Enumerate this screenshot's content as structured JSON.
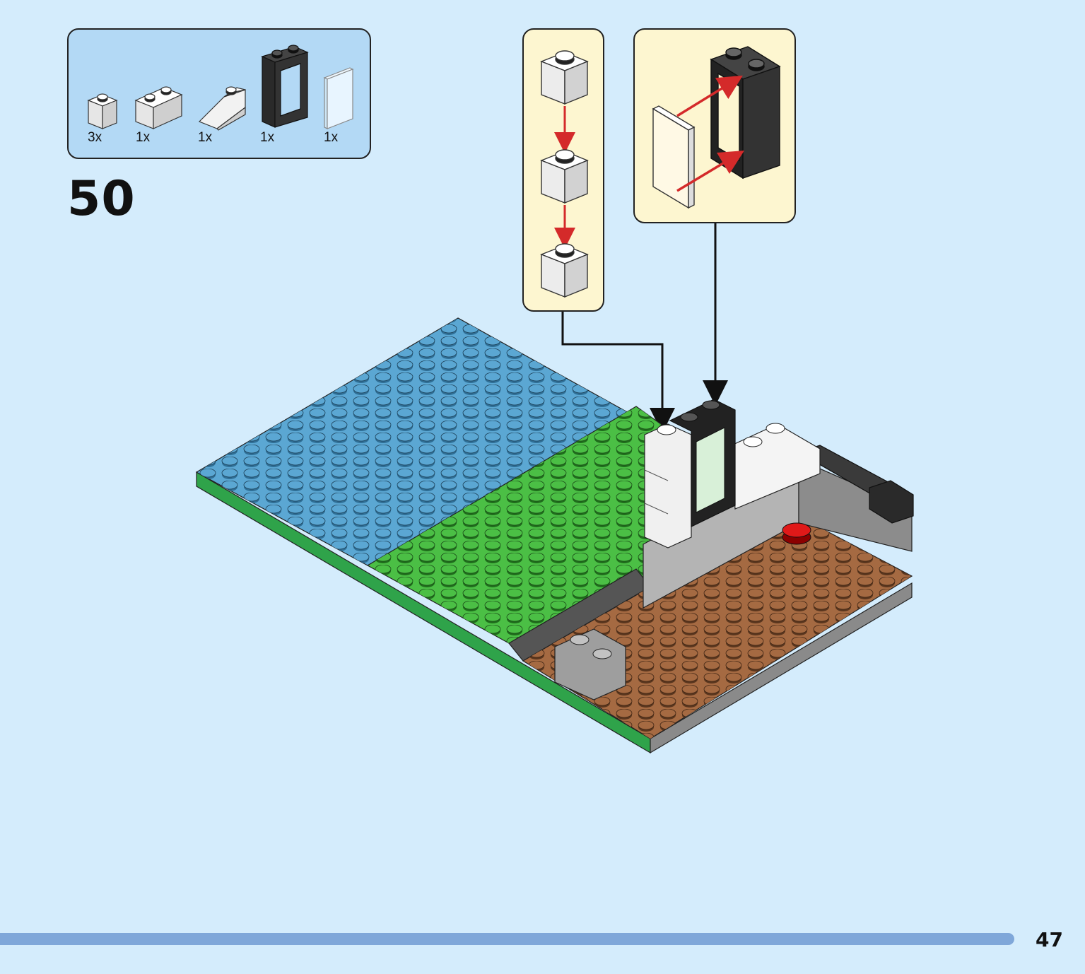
{
  "step": {
    "number": "50"
  },
  "parts": [
    {
      "qty": "3x",
      "icon": "brick-1x1-white-icon"
    },
    {
      "qty": "1x",
      "icon": "brick-1x2-white-icon"
    },
    {
      "qty": "1x",
      "icon": "slope-1x2-white-icon"
    },
    {
      "qty": "1x",
      "icon": "window-frame-black-icon"
    },
    {
      "qty": "1x",
      "icon": "glass-pane-icon"
    }
  ],
  "page": {
    "number": "47"
  },
  "colors": {
    "background": "#d4ecfc",
    "parts_box": "#b3d9f5",
    "callout": "#fdf6d0",
    "arrow_red": "#d42a2a",
    "water": "#5ba7d3",
    "grass": "#4bbf45",
    "dirt": "#a56a42",
    "progress": "#7fa7d9"
  }
}
